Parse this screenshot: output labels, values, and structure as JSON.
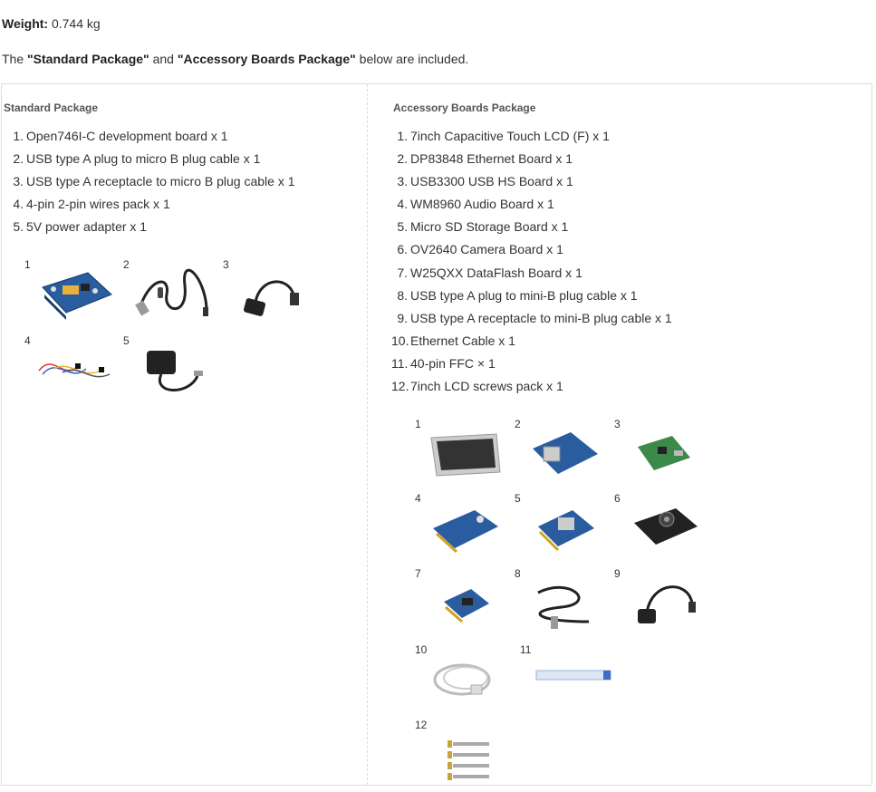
{
  "weight": {
    "label": "Weight:",
    "value": "0.744 kg"
  },
  "intro": {
    "prefix": "The ",
    "standard": "\"Standard Package\"",
    "middle": " and ",
    "accessory": "\"Accessory Boards Package\"",
    "suffix": " below are included."
  },
  "standard_package": {
    "title": "Standard Package",
    "items": [
      {
        "num": "1.",
        "text": "Open746I-C development board x 1"
      },
      {
        "num": "2.",
        "text": "USB type A plug to micro B plug cable x 1"
      },
      {
        "num": "3.",
        "text": "USB type A receptacle to micro B plug cable x 1"
      },
      {
        "num": "4.",
        "text": "4-pin 2-pin wires pack x 1"
      },
      {
        "num": "5.",
        "text": "5V power adapter x 1"
      }
    ],
    "image_numbers": [
      "1",
      "2",
      "3",
      "4",
      "5"
    ]
  },
  "accessory_package": {
    "title": "Accessory Boards Package",
    "items": [
      {
        "num": "1.",
        "text": "7inch Capacitive Touch LCD (F) x 1"
      },
      {
        "num": "2.",
        "text": "DP83848 Ethernet Board x 1"
      },
      {
        "num": "3.",
        "text": "USB3300 USB HS Board x 1"
      },
      {
        "num": "4.",
        "text": "WM8960 Audio Board x 1"
      },
      {
        "num": "5.",
        "text": "Micro SD Storage Board x 1"
      },
      {
        "num": "6.",
        "text": "OV2640 Camera Board x 1"
      },
      {
        "num": "7.",
        "text": "W25QXX DataFlash Board x 1"
      },
      {
        "num": "8.",
        "text": "USB type A plug to mini-B plug cable x 1"
      },
      {
        "num": "9.",
        "text": "USB type A receptacle to mini-B plug cable x 1"
      },
      {
        "num": "10.",
        "text": "Ethernet Cable x 1"
      },
      {
        "num": "11.",
        "text": "40-pin FFC × 1"
      },
      {
        "num": "12.",
        "text": "7inch LCD screws pack x 1"
      }
    ],
    "image_numbers": [
      "1",
      "2",
      "3",
      "4",
      "5",
      "6",
      "7",
      "8",
      "9",
      "10",
      "11",
      "12"
    ]
  },
  "colors": {
    "border": "#dcdcdc",
    "board_blue": "#2a5d9f",
    "text": "#333333"
  }
}
